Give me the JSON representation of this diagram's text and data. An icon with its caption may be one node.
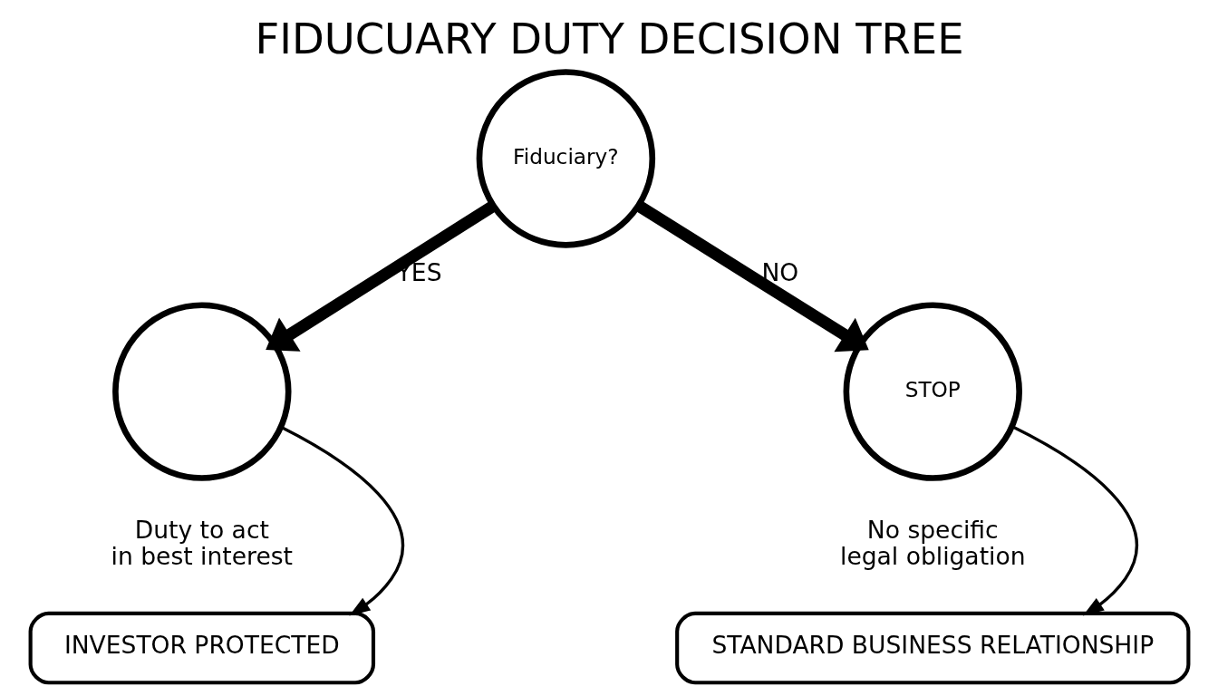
{
  "diagram": {
    "title": "FIDUCUARY DUTY DECISION TREE",
    "nodes": [
      {
        "text": [
          "Fiduciary?"
        ]
      },
      {
        "text": [],
        "shape": "circle",
        "beside": [
          "Duty to act in best interest"
        ]
      },
      {
        "text": [
          "STOP"
        ],
        "beside": [
          "No specific legal obligation"
        ]
      },
      {
        "text": [
          "INVESTOR PROTECTED"
        ]
      },
      {
        "text": [
          "STANDARD BUSINESS RELATIONSHIP"
        ]
      }
    ],
    "edges": [
      {
        "from": 0,
        "to": 1,
        "arrow": "to",
        "label": "YES",
        "style": "thick"
      },
      {
        "from": 0,
        "to": 2,
        "arrow": "to",
        "label": "NO",
        "style": "thick"
      },
      {
        "from": 1,
        "to": 3,
        "arrow": "to"
      },
      {
        "from": 2,
        "to": 4,
        "arrow": "to"
      }
    ]
  }
}
